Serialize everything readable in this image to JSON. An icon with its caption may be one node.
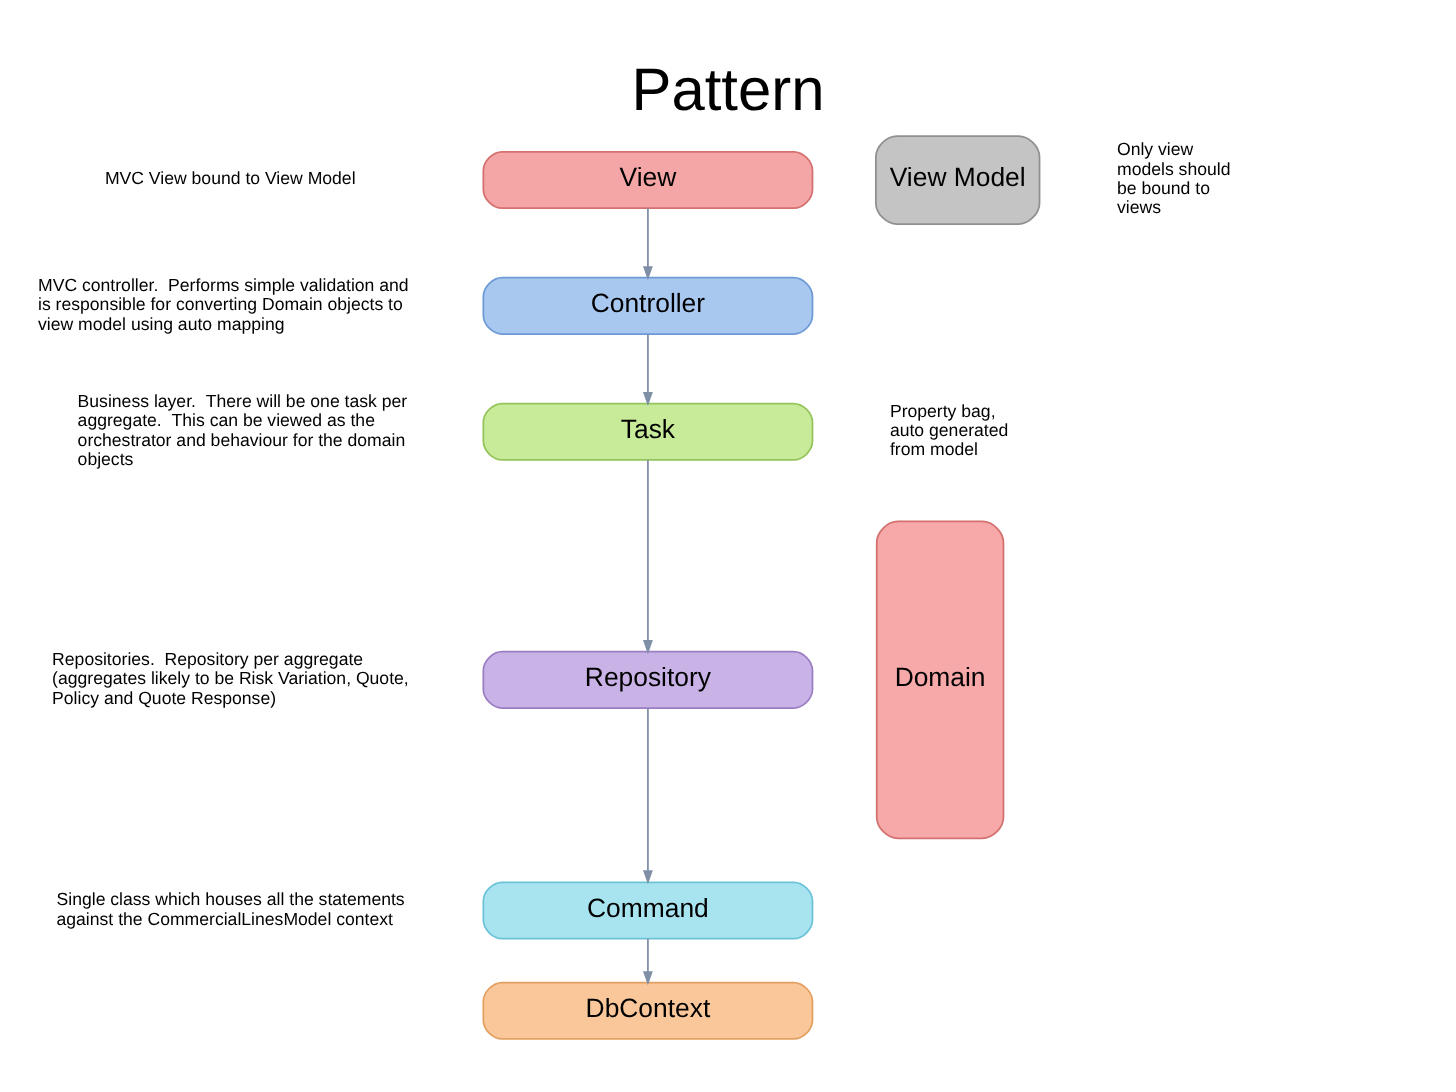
{
  "diagram": {
    "title": "Pattern",
    "nodes": [
      {
        "text": [
          "View"
        ]
      },
      {
        "text": [
          "Controller"
        ]
      },
      {
        "text": [
          "Task"
        ]
      },
      {
        "text": [
          "Repository"
        ]
      },
      {
        "text": [
          "Command"
        ]
      },
      {
        "text": [
          "DbContext"
        ]
      },
      {
        "text": [
          "View Model"
        ]
      },
      {
        "text": [
          "Domain"
        ]
      }
    ],
    "edges": [
      {
        "from": 0,
        "to": 1,
        "arrow": "to"
      },
      {
        "from": 1,
        "to": 2,
        "arrow": "to"
      },
      {
        "from": 2,
        "to": 3,
        "arrow": "to"
      },
      {
        "from": 3,
        "to": 4,
        "arrow": "to"
      },
      {
        "from": 4,
        "to": 5,
        "arrow": "to"
      }
    ],
    "labels": [
      "MVC View bound to View Model",
      "Only view models should be bound to views",
      "MVC controller.  Performs simple validation and is responsible for converting Domain objects to view model using auto mapping",
      "Business layer.  There will be one task per aggregate.  This can be viewed as the orchestrator and behaviour for the domain objects",
      "Property bag, auto generated from model",
      "Repositories.  Repository per aggregate (aggregates likely to be Risk Variation, Quote, Policy and Quote Response)",
      "Single class which houses all the statements against the CommercialLinesModel context"
    ]
  }
}
